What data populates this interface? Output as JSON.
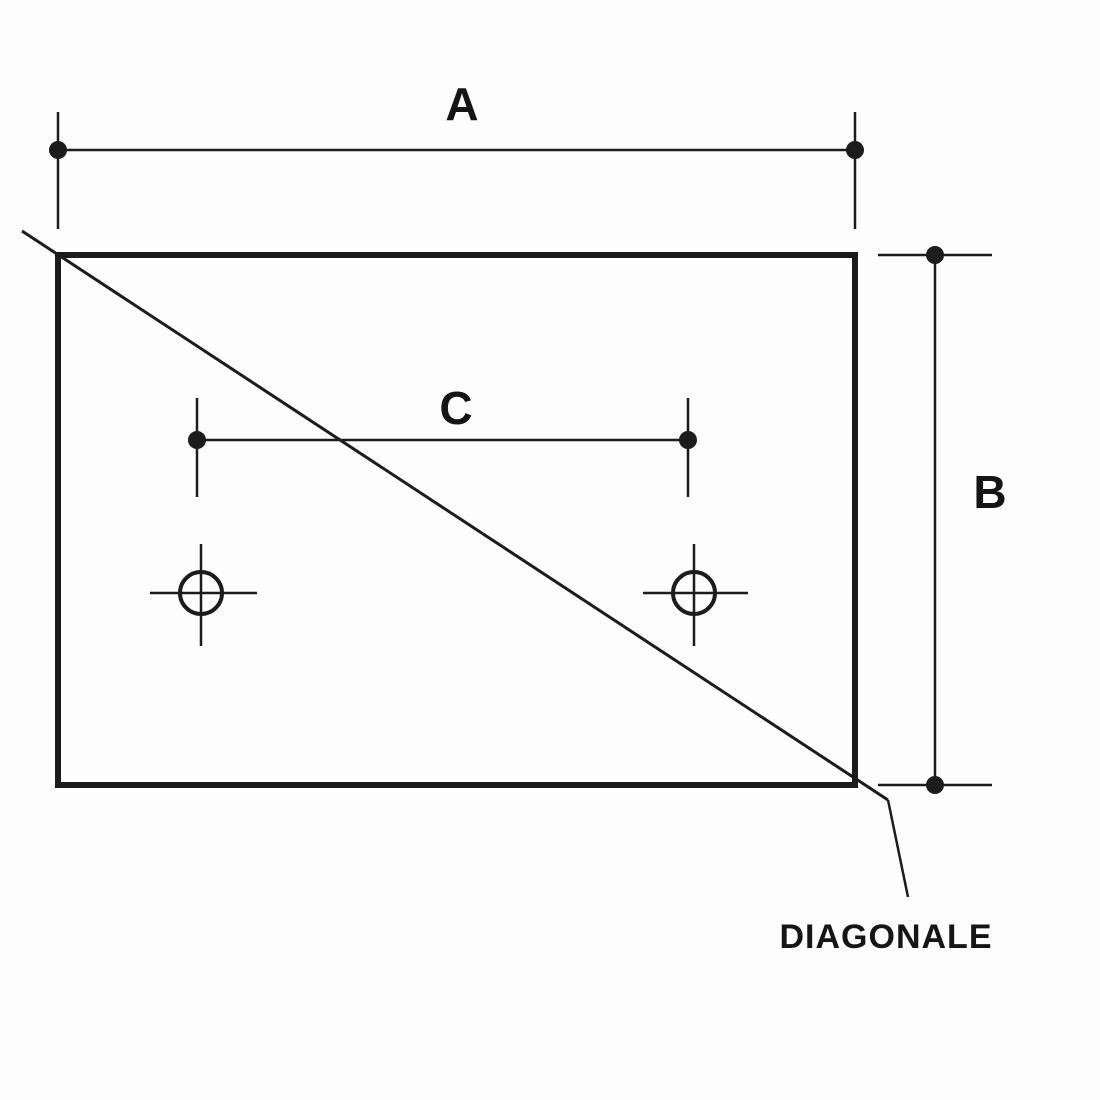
{
  "diagram": {
    "title": "plate-dimension-drawing",
    "labels": {
      "dim_a": "A",
      "dim_b": "B",
      "dim_c": "C",
      "diagonal": "DIAGONALE"
    },
    "colors": {
      "line": "#1c1c1c",
      "background": "#fdfdfd"
    }
  }
}
